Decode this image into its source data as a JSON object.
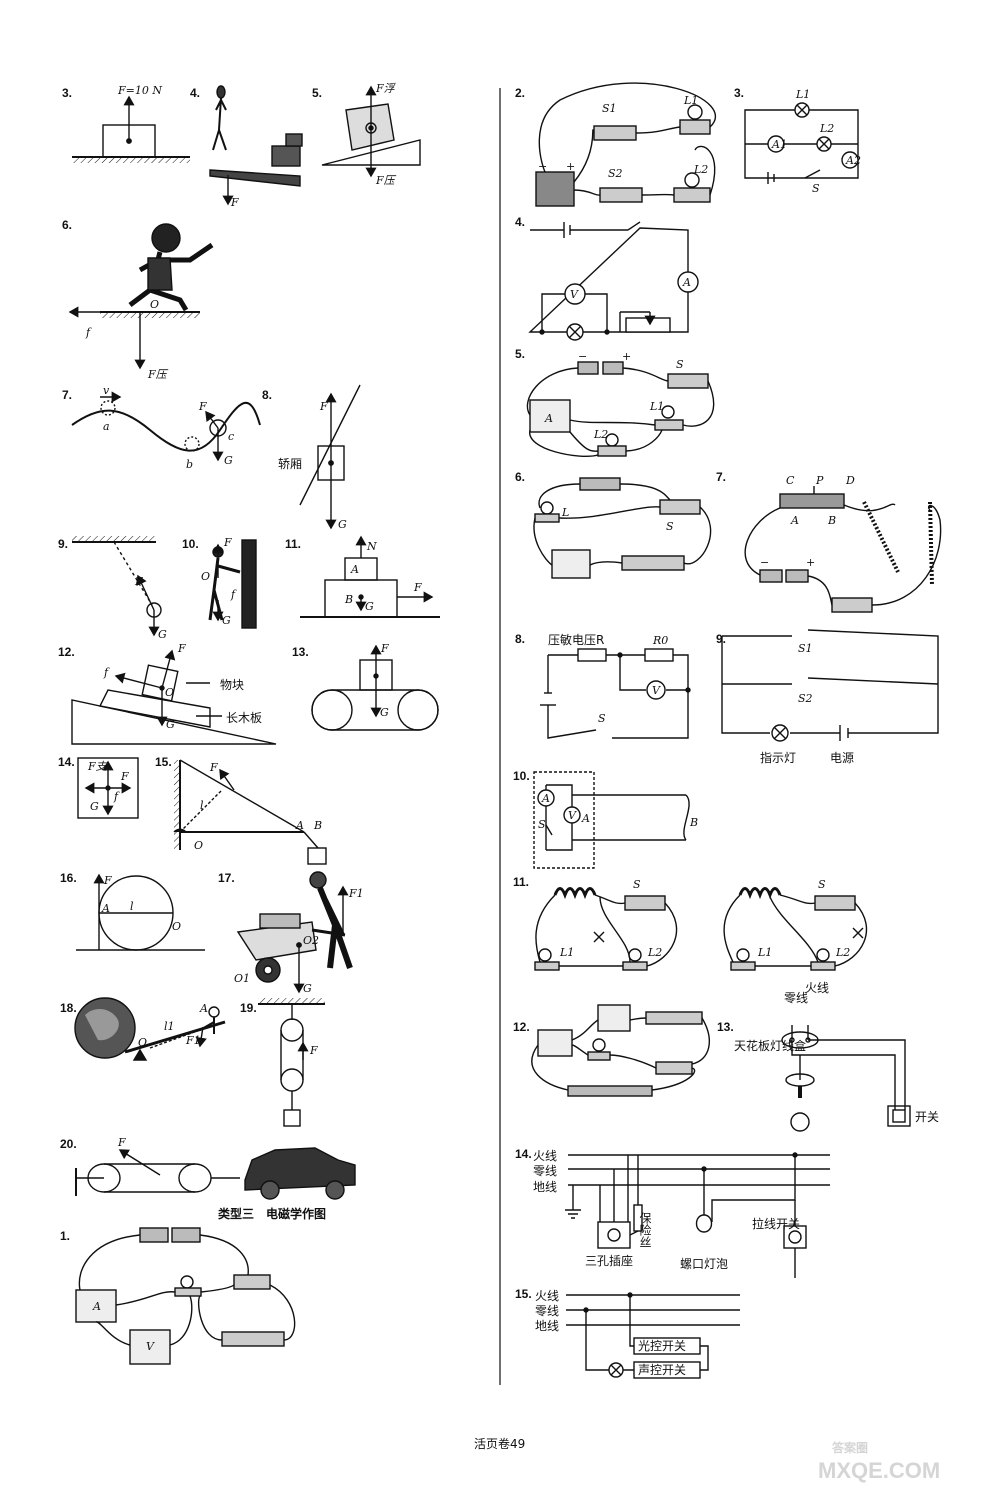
{
  "page": {
    "footer": "活页卷49",
    "section_heading": "类型三　电磁学作图"
  },
  "watermark": {
    "cn": "答案圈",
    "url": "MXQE.COM"
  },
  "left": {
    "d3": {
      "num": "3.",
      "label": "F=10 N"
    },
    "d4": {
      "num": "4.",
      "f": "F"
    },
    "d5": {
      "num": "5.",
      "f_up": "F浮",
      "f_down": "F压"
    },
    "d6": {
      "num": "6.",
      "o": "O",
      "f": "f",
      "fp": "F压"
    },
    "d7": {
      "num": "7.",
      "v": "v",
      "a": "a",
      "b": "b",
      "c": "c",
      "f": "F",
      "g": "G"
    },
    "d8": {
      "num": "8.",
      "f": "F",
      "g": "G",
      "box": "轿厢"
    },
    "d9": {
      "num": "9.",
      "f": "F",
      "g": "G"
    },
    "d10": {
      "num": "10.",
      "f": "F",
      "o": "O",
      "f2": "f",
      "g": "G"
    },
    "d11": {
      "num": "11.",
      "n": "N",
      "a": "A",
      "b": "B",
      "g": "G",
      "f": "F"
    },
    "d12": {
      "num": "12.",
      "f": "F",
      "f2": "f",
      "o": "O",
      "g": "G",
      "block": "物块",
      "board": "长木板"
    },
    "d13": {
      "num": "13.",
      "f": "F",
      "g": "G"
    },
    "d14": {
      "num": "14.",
      "fy": "F支",
      "f": "F",
      "g": "G",
      "f2": "f"
    },
    "d15": {
      "num": "15.",
      "f": "F",
      "l": "l",
      "o": "O",
      "a": "A",
      "b": "B"
    },
    "d16": {
      "num": "16.",
      "f": "F",
      "a": "A",
      "l": "l",
      "o": "O"
    },
    "d17": {
      "num": "17.",
      "f1": "F1",
      "o1": "O1",
      "o2": "O2",
      "g": "G"
    },
    "d18": {
      "num": "18.",
      "a": "A",
      "l1": "l1",
      "o": "O",
      "f1": "F1"
    },
    "d19": {
      "num": "19.",
      "f": "F"
    },
    "d20": {
      "num": "20.",
      "f": "F"
    },
    "e1": {
      "num": "1.",
      "a": "A",
      "v": "V"
    }
  },
  "right": {
    "c2": {
      "num": "2.",
      "s1": "S1",
      "s2": "S2",
      "l1": "L1",
      "l2": "L2",
      "minus": "−",
      "plus": "+"
    },
    "c3": {
      "num": "3.",
      "l1": "L1",
      "l2": "L2",
      "a1": "A1",
      "a2": "A2",
      "s": "S"
    },
    "c4": {
      "num": "4.",
      "v": "V",
      "a": "A"
    },
    "c5": {
      "num": "5.",
      "s": "S",
      "l1": "L1",
      "l2": "L2",
      "a": "A",
      "minus": "−",
      "plus": "+"
    },
    "c6": {
      "num": "6.",
      "l": "L",
      "s": "S"
    },
    "c7": {
      "num": "7.",
      "c": "C",
      "p": "P",
      "d": "D",
      "a": "A",
      "b": "B",
      "minus": "−",
      "plus": "+"
    },
    "c8": {
      "num": "8.",
      "r": "压敏电压R",
      "r0": "R0",
      "v": "V",
      "s": "S"
    },
    "c9": {
      "num": "9.",
      "s1": "S1",
      "s2": "S2",
      "lamp": "指示灯",
      "source": "电源"
    },
    "c10": {
      "num": "10.",
      "a": "A",
      "v": "V",
      "s": "S",
      "a2": "A",
      "b": "B"
    },
    "c11": {
      "num": "11.",
      "s": "S",
      "l1": "L1",
      "l2": "L2"
    },
    "c12": {
      "num": "12."
    },
    "c13": {
      "num": "13.",
      "zero": "零线",
      "fire": "火线",
      "box": "天花板灯线盒",
      "switch": "开关"
    },
    "c14": {
      "num": "14.",
      "fire": "火线",
      "zero": "零线",
      "ground": "地线",
      "fuse": "保险丝",
      "socket": "三孔插座",
      "bulb": "螺口灯泡",
      "pull": "拉线开关"
    },
    "c15": {
      "num": "15.",
      "fire": "火线",
      "zero": "零线",
      "ground": "地线",
      "light_sw": "光控开关",
      "sound_sw": "声控开关"
    }
  }
}
